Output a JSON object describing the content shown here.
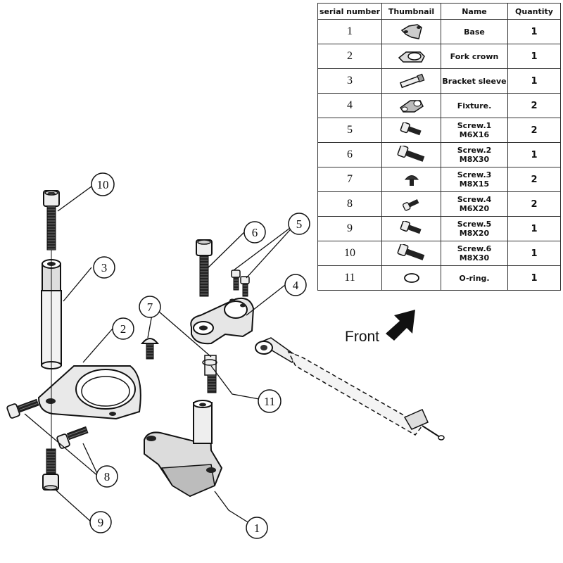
{
  "table": {
    "headers": [
      "serial number",
      "Thumbnail",
      "Name",
      "Quantity"
    ],
    "rows": [
      {
        "serial": "1",
        "thumb_icon": "base-icon",
        "name": "Base",
        "qty": "1"
      },
      {
        "serial": "2",
        "thumb_icon": "fork-crown-icon",
        "name": "Fork crown",
        "qty": "1"
      },
      {
        "serial": "3",
        "thumb_icon": "bracket-sleeve-icon",
        "name": "Bracket sleeve",
        "qty": "1"
      },
      {
        "serial": "4",
        "thumb_icon": "fixture-icon",
        "name": "Fixture.",
        "qty": "2"
      },
      {
        "serial": "5",
        "thumb_icon": "screw-icon",
        "name": "Screw.1\nM6X16",
        "qty": "2"
      },
      {
        "serial": "6",
        "thumb_icon": "long-screw-icon",
        "name": "Screw.2\nM8X30",
        "qty": "1"
      },
      {
        "serial": "7",
        "thumb_icon": "button-screw-icon",
        "name": "Screw.3\nM8X15",
        "qty": "2"
      },
      {
        "serial": "8",
        "thumb_icon": "small-screw-icon",
        "name": "Screw.4\nM6X20",
        "qty": "2"
      },
      {
        "serial": "9",
        "thumb_icon": "screw-icon",
        "name": "Screw.5\nM8X20",
        "qty": "1"
      },
      {
        "serial": "10",
        "thumb_icon": "long-screw-icon",
        "name": "Screw.6\nM8X30",
        "qty": "1"
      },
      {
        "serial": "11",
        "thumb_icon": "o-ring-icon",
        "name": "O-ring.",
        "qty": "1"
      }
    ]
  },
  "front_label": "Front",
  "callouts": [
    "1",
    "2",
    "3",
    "4",
    "5",
    "6",
    "7",
    "8",
    "9",
    "10",
    "11"
  ]
}
